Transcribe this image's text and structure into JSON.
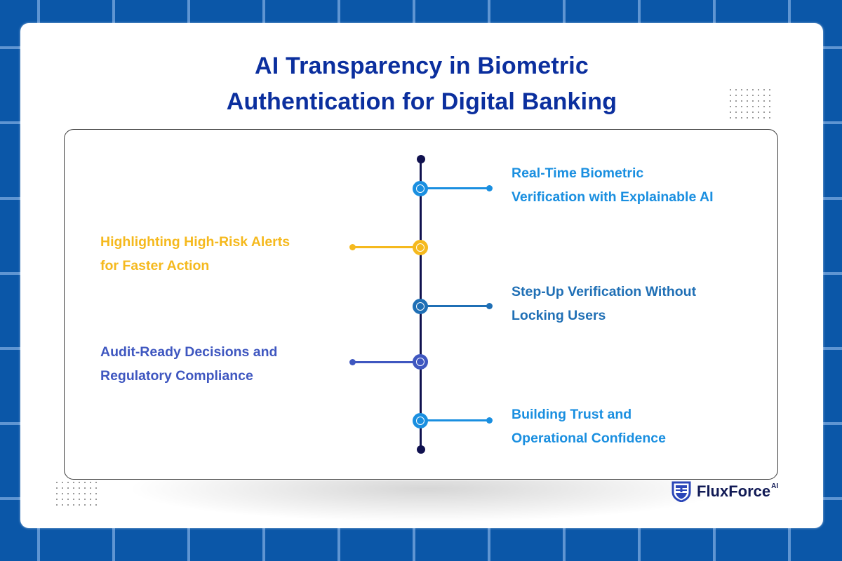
{
  "header": {
    "title_line1": "AI Transparency in Biometric",
    "title_line2": "Authentication for Digital Banking"
  },
  "timeline": {
    "items": [
      {
        "side": "right",
        "line1": "Real-Time Biometric",
        "line2": "Verification with Explainable AI",
        "color": "#1a8fe0"
      },
      {
        "side": "left",
        "line1": "Highlighting High-Risk Alerts",
        "line2": "for Faster Action",
        "color": "#f5b91e"
      },
      {
        "side": "right",
        "line1": "Step-Up Verification Without",
        "line2": "Locking Users",
        "color": "#1f6fb5"
      },
      {
        "side": "left",
        "line1": "Audit-Ready Decisions and",
        "line2": "Regulatory Compliance",
        "color": "#3f57c0"
      },
      {
        "side": "right",
        "line1": "Building Trust and",
        "line2": "Operational Confidence",
        "color": "#1a8fe0"
      }
    ],
    "spine_color": "#10114f"
  },
  "brand": {
    "logo_icon": "shield-icon",
    "name": "FluxForce",
    "superscript": "AI"
  },
  "colors": {
    "background": "#0b57a8",
    "grid": "#5f95d2",
    "title": "#0b2f9e"
  }
}
